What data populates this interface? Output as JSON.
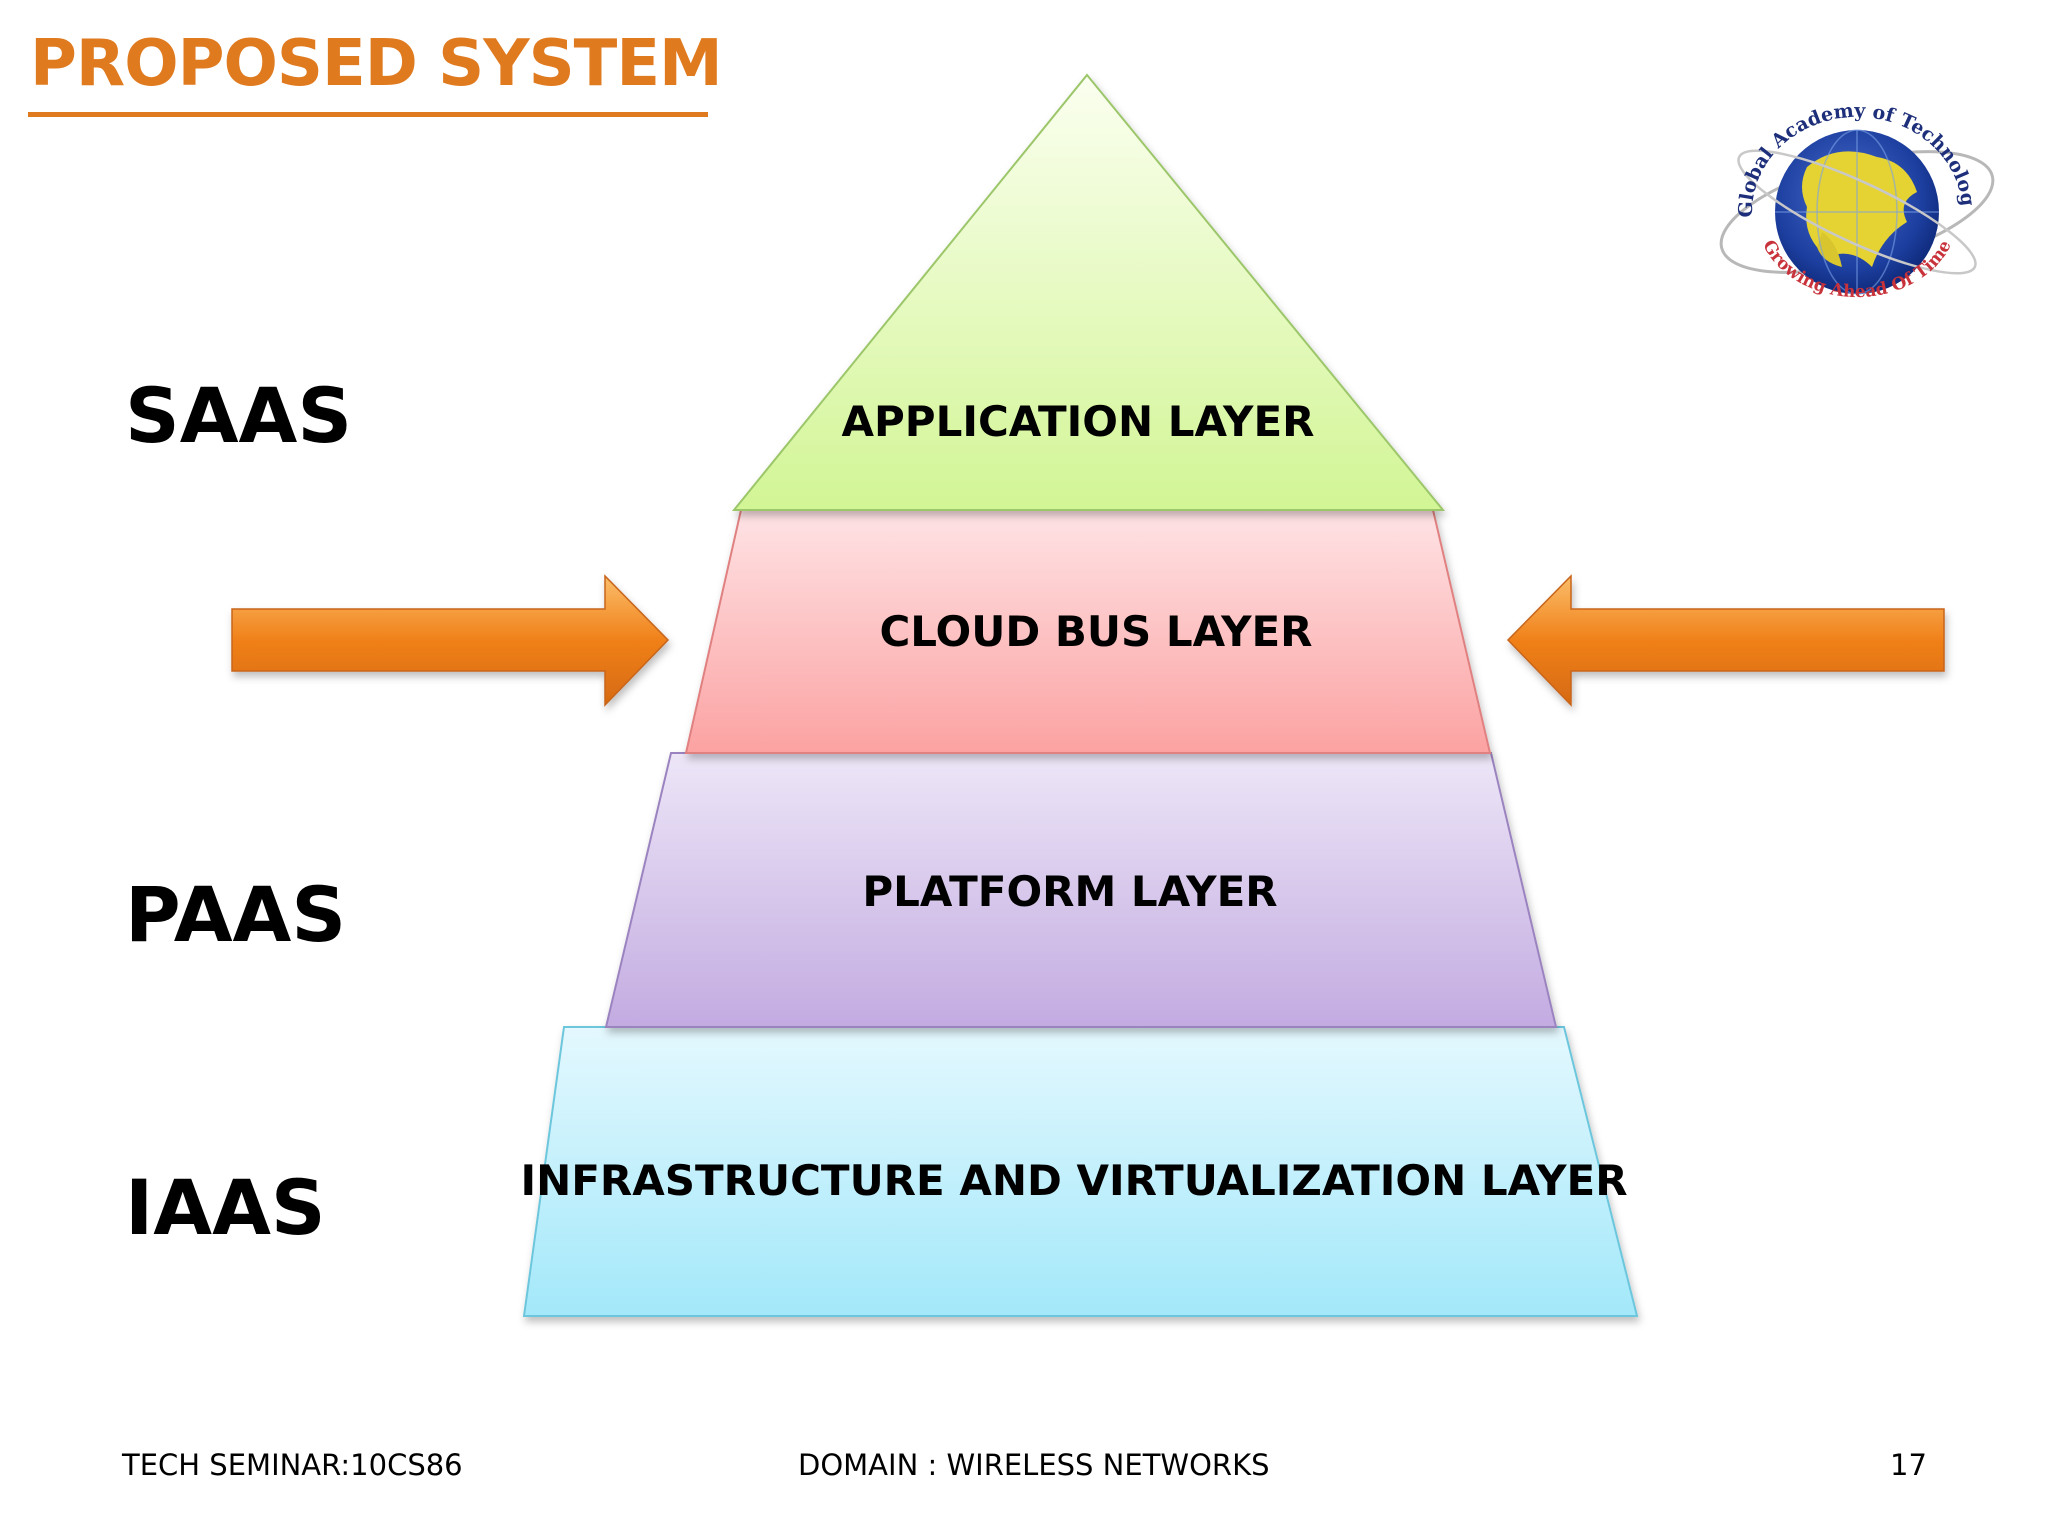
{
  "title": "PROPOSED SYSTEM",
  "side_labels": {
    "saas": "SAAS",
    "paas": "PAAS",
    "iaas": "IAAS"
  },
  "layers": [
    {
      "label": "APPLICATION LAYER",
      "color": "#d5f59a"
    },
    {
      "label": "CLOUD BUS LAYER",
      "color": "#fca7a7"
    },
    {
      "label": "PLATFORM LAYER",
      "color": "#c8b1e4"
    },
    {
      "label": "INFRASTRUCTURE AND VIRTUALIZATION LAYER",
      "color": "#a8e9fa"
    }
  ],
  "arrow_color": "#f0821c",
  "logo": {
    "top_text": "Global Academy of Technology",
    "bottom_text": "Growing Ahead Of Time"
  },
  "footer": {
    "left": "TECH SEMINAR:10CS86",
    "center": "DOMAIN : WIRELESS NETWORKS",
    "page": "17"
  }
}
